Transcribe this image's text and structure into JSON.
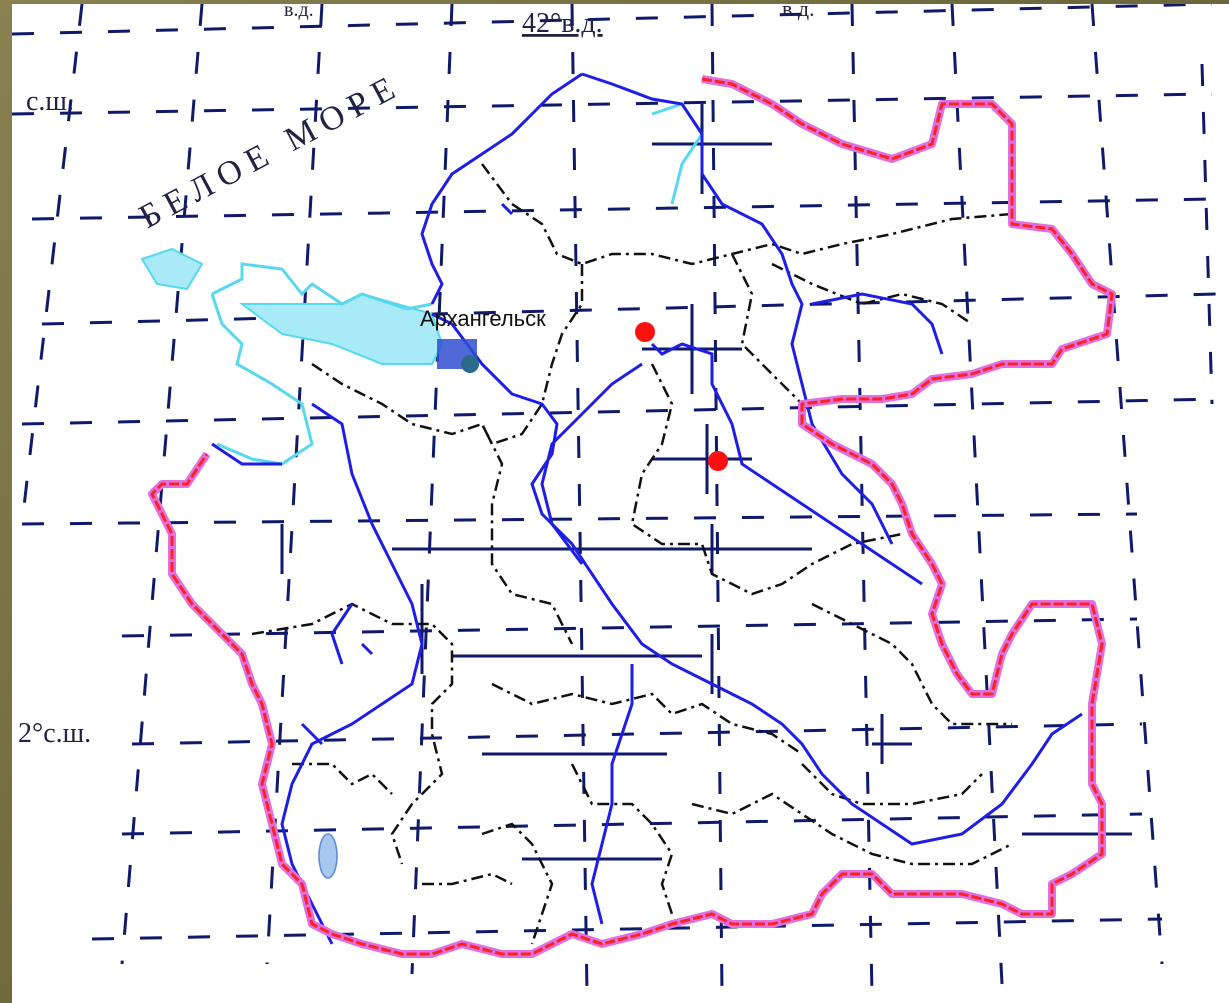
{
  "map": {
    "labels": {
      "meridian_top": "42°в.д.",
      "meridian_left_stub": "в.д.",
      "meridian_right_stub": "в.д.",
      "lat_upper": "с.ш.",
      "lat_lower": "2°с.ш.",
      "sea": "БЕЛОЕ МОРЕ",
      "city": "Архангельск"
    },
    "colors": {
      "border": "#ff2020",
      "border_halo": "#e070e0",
      "river": "#1e1ee6",
      "river_light": "#58d8f0",
      "water_fill": "#a8eaf8",
      "district": "#111111",
      "grid": "#101a6a",
      "settlement": "#ff1010",
      "city_marker": "#2a6a8a"
    }
  }
}
